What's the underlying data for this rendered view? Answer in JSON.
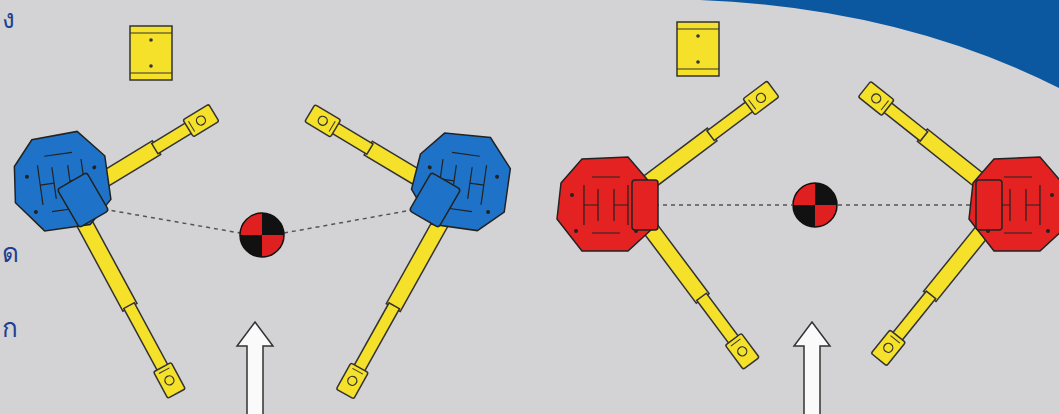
{
  "diagram": {
    "labels": [
      "ง",
      "ด",
      "ก"
    ]
  }
}
